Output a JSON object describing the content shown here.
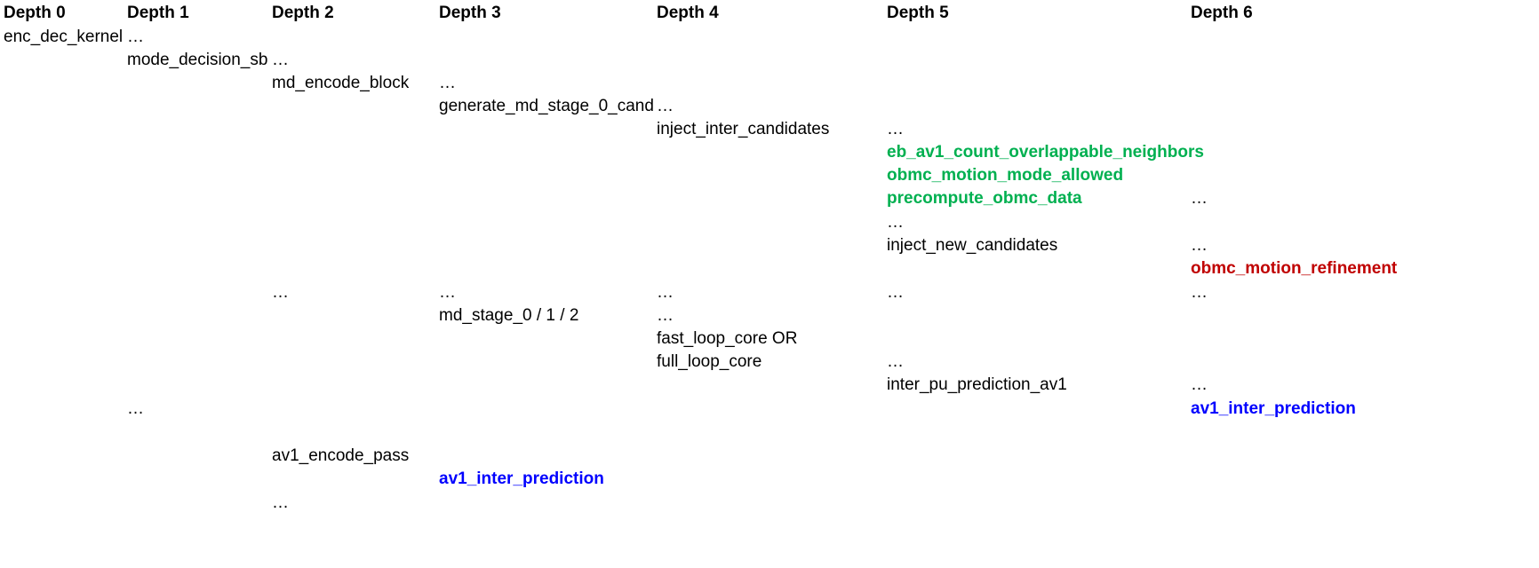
{
  "headers": [
    "Depth 0",
    "Depth 1",
    "Depth 2",
    "Depth 3",
    "Depth 4",
    "Depth 5",
    "Depth 6"
  ],
  "colors": {
    "green": "#00b050",
    "red": "#c00000",
    "blue": "#0000ff"
  },
  "cells": {
    "r1": {
      "d0": "enc_dec_kernel",
      "d1": "…"
    },
    "r2": {
      "d1": "mode_decision_sb",
      "d2": "…"
    },
    "r3": {
      "d2": "md_encode_block",
      "d3": "…"
    },
    "r4": {
      "d3": "generate_md_stage_0_cand",
      "d4": "…"
    },
    "r5": {
      "d4": "inject_inter_candidates",
      "d5": "…"
    },
    "r6": {
      "d5": "eb_av1_count_overlappable_neighbors"
    },
    "r7": {
      "d5": "obmc_motion_mode_allowed"
    },
    "r8": {
      "d5": "precompute_obmc_data",
      "d6": "…"
    },
    "r9": {
      "d5": "…"
    },
    "r10": {
      "d5": "inject_new_candidates",
      "d6": "…"
    },
    "r11": {
      "d6": "obmc_motion_refinement"
    },
    "r12": {
      "d2": "…",
      "d3": "…",
      "d4": "…",
      "d5": "…",
      "d6": "…"
    },
    "r13": {
      "d3": "md_stage_0 / 1 / 2",
      "d4": "…"
    },
    "r14": {
      "d4": "fast_loop_core OR"
    },
    "r15": {
      "d4": "full_loop_core",
      "d5": "…"
    },
    "r16": {
      "d5": "inter_pu_prediction_av1",
      "d6": "…"
    },
    "r17": {
      "d1": "…",
      "d6": "av1_inter_prediction"
    },
    "r19": {
      "d2": "av1_encode_pass"
    },
    "r20": {
      "d3": "av1_inter_prediction"
    },
    "r21": {
      "d2": "…"
    }
  }
}
